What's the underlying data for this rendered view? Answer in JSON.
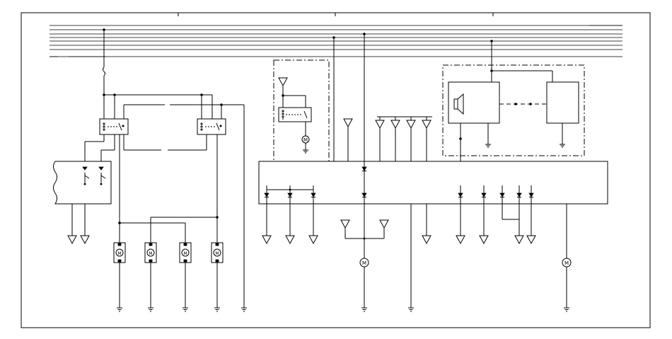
{
  "diagram": {
    "type": "wiring-schematic",
    "texts": [],
    "components": {
      "motors": [
        "motor-1-icon",
        "motor-2-icon",
        "motor-3-icon",
        "motor-4-icon",
        "motor-aux-icon"
      ],
      "sensors": [
        "sensor-1-icon",
        "sensor-2-icon"
      ],
      "relays": [
        "relay-left-icon",
        "relay-right-icon",
        "relay-aux-icon"
      ],
      "control_unit": "control-unit-box",
      "switch_panel": "switch-panel-box",
      "speaker_module": "speaker-icon"
    },
    "colors": {
      "line": "#000000",
      "background": "#ffffff"
    }
  }
}
